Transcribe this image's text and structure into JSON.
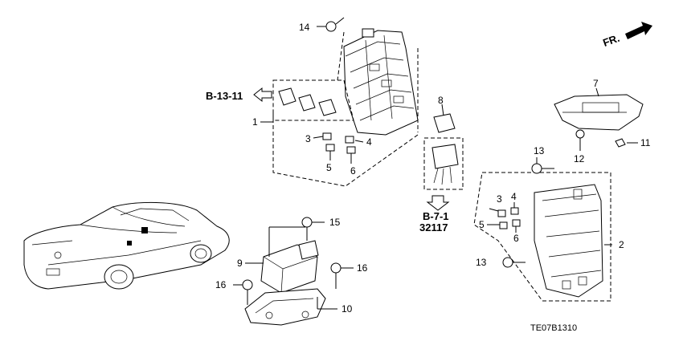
{
  "diagram": {
    "part_numbers": [
      "1",
      "2",
      "3",
      "4",
      "5",
      "6",
      "7",
      "8",
      "9",
      "10",
      "11",
      "12",
      "13",
      "14",
      "15",
      "16"
    ],
    "refs": {
      "b13": "B-13-11",
      "b7": "B-7-1",
      "b7_sub": "32117"
    },
    "direction_label": "FR.",
    "diagram_code": "TE07B1310"
  }
}
